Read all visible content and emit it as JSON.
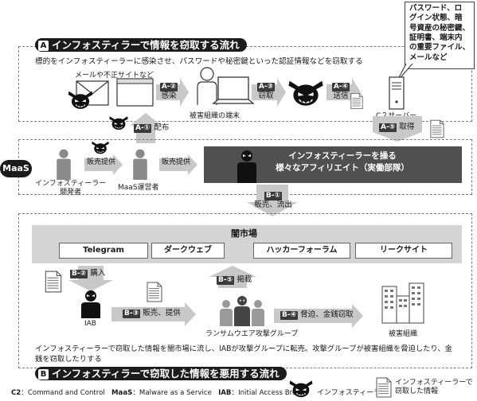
{
  "callout_info": "パスワード、ログイン状態、暗号資産の秘密鍵、証明書、端末内の重要ファイル、メールなど",
  "callout_lines": [
    "パスワード、ロ",
    "グイン状態、暗",
    "号資産の秘密鍵、",
    "証明書、端末内",
    "の重要ファイル、",
    "メールなど"
  ],
  "section_a": {
    "badge": "A",
    "title": "インフォスティラーで情報を窃取する流れ",
    "description": "標的をインフォスティーラーに感染させ、パスワードや秘密鍵といった認証情報などを窃取する",
    "mail_label": "メールや不正サイトなど",
    "terminal_label": "被害組織の端末",
    "c2_label": "C２サーバー"
  },
  "steps": {
    "a1": {
      "code": "A-①",
      "label": "配布"
    },
    "a2": {
      "code": "A-②",
      "label": "感染"
    },
    "a3": {
      "code": "A-③",
      "label": "窃取"
    },
    "a4": {
      "code": "A-④",
      "label": "送信"
    },
    "a5": {
      "code": "A-⑤",
      "label": "取得"
    },
    "b1": {
      "code": "B-①",
      "label": "販売、流出"
    },
    "b2": {
      "code": "B-②",
      "label": "購入"
    },
    "b3": {
      "code": "B-③",
      "label": "販売、提供"
    },
    "b4": {
      "code": "B-④",
      "label": "脅迫、金銭窃取"
    },
    "b5": {
      "code": "B-⑤",
      "label": "掲載"
    }
  },
  "maas": {
    "label": "MaaS",
    "developer_label_1": "インフォスティーラー",
    "developer_label_2": "開発者",
    "operator_label": "MaaS運営者",
    "sale_1": "販売提供",
    "sale_2": "販売提供",
    "affiliate_line_1": "インフォスティーラーを操る",
    "affiliate_line_2": "様々なアフィリエイト（実働部隊）"
  },
  "black_market": {
    "title": "闇市場",
    "items": [
      "Telegram",
      "ダークウェブ",
      "ハッカーフォーラム",
      "リークサイト"
    ]
  },
  "section_b": {
    "badge": "B",
    "title": "インフォスティラーで窃取した情報を悪用する流れ",
    "iab_label": "IAB",
    "ransom_label": "ランサムウエア攻撃グループ",
    "victim_label": "被害組織",
    "description_line_1": "インフォスティーラーで窃取した情報を闇市場に流し、IABが攻撃グループに転売。攻撃グループが被害組織を脅迫したり、金",
    "description_line_2": "銭を窃取したりする"
  },
  "footer": {
    "abbrev": [
      {
        "key": "C2",
        "value": "：Command and Control"
      },
      {
        "key": "MaaS",
        "value": "：Malware as a Service"
      },
      {
        "key": "IAB",
        "value": "：Initial Access Broker"
      }
    ],
    "legend_stealer": "インフォスティーラー",
    "legend_info_1": "インフォスティーラーで",
    "legend_info_2": "窃取した情報"
  },
  "colors": {
    "frame": "#777777",
    "title_bg": "#1c1c1c",
    "affiliate_bg": "#505050",
    "market_bg": "#d4d4d4",
    "arrow_gray": "#c8c8c8",
    "figure_gray": "#8a8a8a"
  }
}
